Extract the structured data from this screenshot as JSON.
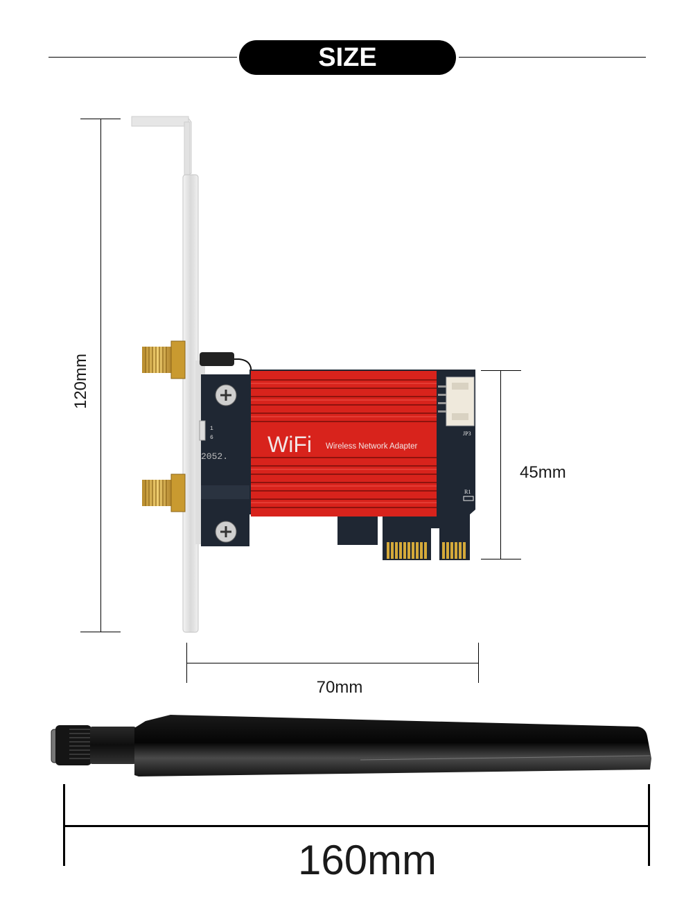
{
  "header": {
    "title": "SIZE"
  },
  "colors": {
    "background": "#ffffff",
    "pill": "#000000",
    "heatsink": "#d8231c",
    "pcb": "#1f2733",
    "gold": "#d4a93a",
    "bracket": "#e8e8e8",
    "antenna": "#111111"
  },
  "product": {
    "heatsink_brand": "WiFi",
    "heatsink_text": "Wireless Network Adapter",
    "pcb_labels": {
      "connector": "JP3",
      "resistor": "R1",
      "pin1": "1",
      "pin6": "6",
      "code": "2052."
    }
  },
  "dimensions": {
    "bracket_height": "120mm",
    "card_height": "45mm",
    "card_width": "70mm",
    "antenna_length": "160mm"
  }
}
